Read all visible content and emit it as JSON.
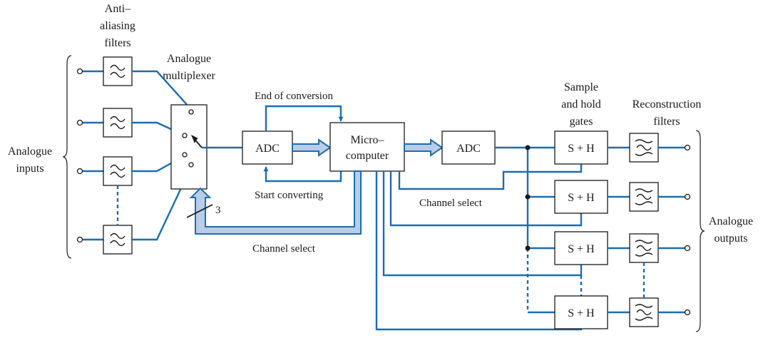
{
  "labels": {
    "anti_aliasing": [
      "Anti–",
      "aliasing",
      "filters"
    ],
    "analogue_multiplexer": [
      "Analogue",
      "multiplexer"
    ],
    "end_of_conversion": "End of conversion",
    "start_converting": "Start converting",
    "channel_select_bottom": "Channel select",
    "channel_select_right": "Channel select",
    "analogue_inputs": [
      "Analogue",
      "inputs"
    ],
    "analogue_outputs": [
      "Analogue",
      "outputs"
    ],
    "sample_hold": [
      "Sample",
      "and hold",
      "gates"
    ],
    "reconstruction": [
      "Reconstruction",
      "filters"
    ],
    "bus_width": "3"
  },
  "blocks": {
    "adc_in": "ADC",
    "adc_out": "ADC",
    "microcomputer": [
      "Micro–",
      "computer"
    ],
    "sh_gate": "S + H"
  },
  "colors": {
    "wire": "#1c6db0",
    "bus_fill": "#b9cde8",
    "ink": "#1a1a1a"
  }
}
